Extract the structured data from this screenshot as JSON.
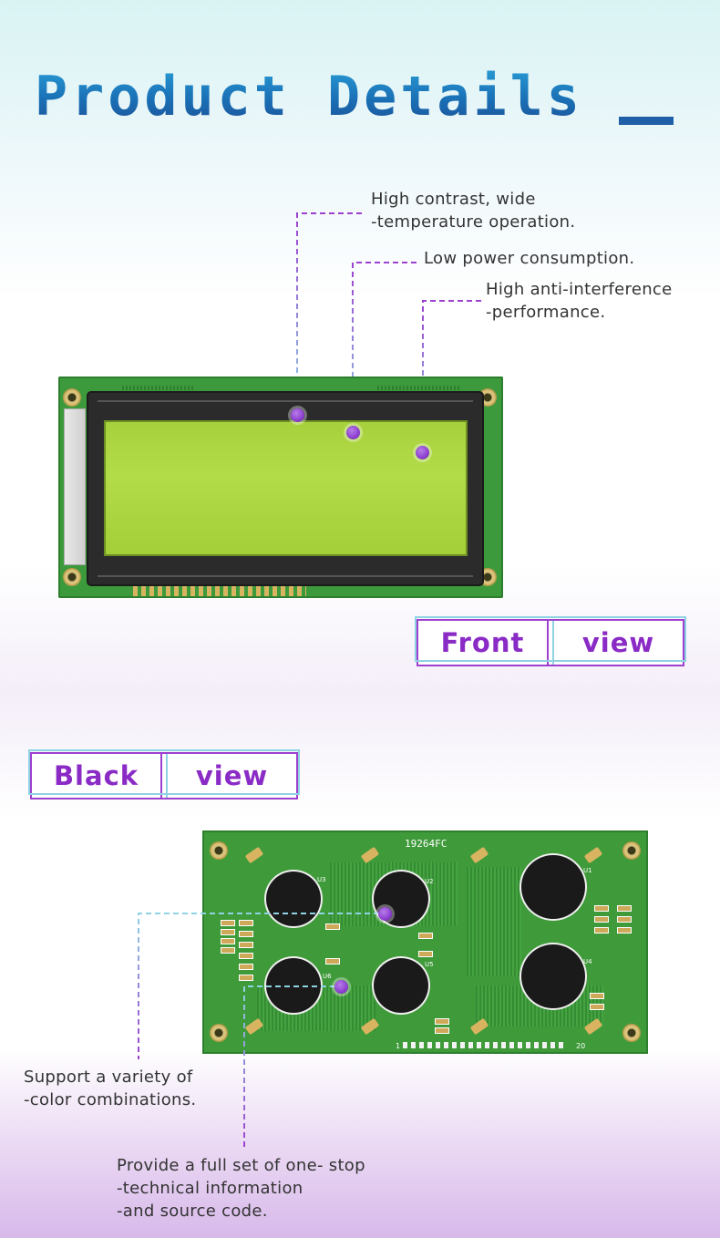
{
  "header": {
    "title": "Product Details"
  },
  "front": {
    "features": [
      {
        "lines": [
          "High contrast, wide",
          "-temperature operation."
        ]
      },
      {
        "lines": [
          "Low power consumption."
        ]
      },
      {
        "lines": [
          "High anti-interference",
          "-performance."
        ]
      }
    ],
    "label": {
      "left": "Front",
      "right": "view"
    }
  },
  "back": {
    "label": {
      "left": "Black",
      "right": "view"
    },
    "board_model": "19264FC",
    "chip_labels": [
      "U1",
      "U2",
      "U3",
      "U4",
      "U5",
      "U6"
    ],
    "pin_start": "1",
    "pin_end": "20",
    "features": [
      {
        "lines": [
          "Support a variety of",
          "-color combinations."
        ]
      },
      {
        "lines": [
          "Provide a full set of one- stop",
          "-technical information",
          "-and source code."
        ]
      }
    ]
  },
  "colors": {
    "title_blue": "#1a6fb5",
    "accent_purple": "#8a2bc6",
    "accent_cyan": "#8fd3e3",
    "pcb_green": "#3f9a3a",
    "lcd_green": "#a7d13c"
  }
}
